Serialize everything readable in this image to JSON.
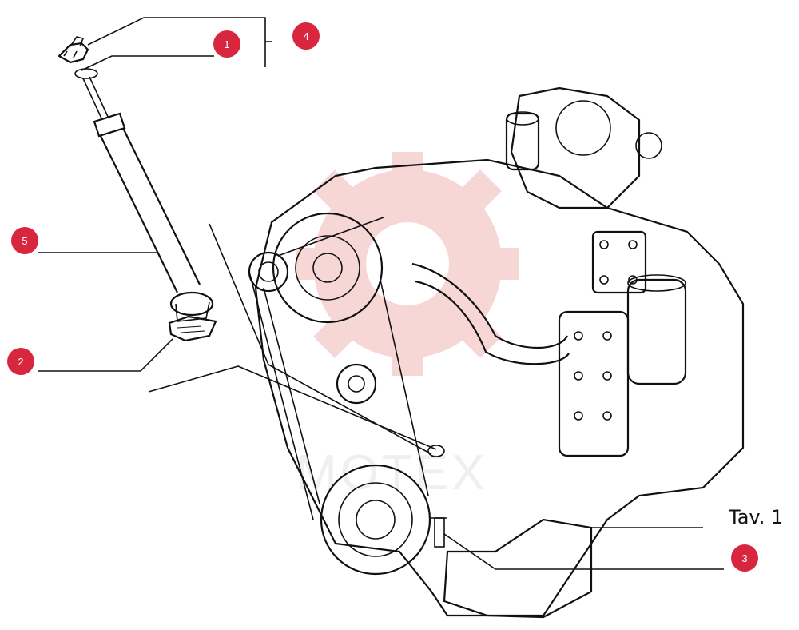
{
  "diagram": {
    "sheet_label": "Tav. 1",
    "watermark": "MOTEX",
    "callouts": [
      {
        "number": "1"
      },
      {
        "number": "4"
      },
      {
        "number": "5"
      },
      {
        "number": "2"
      },
      {
        "number": "3"
      }
    ]
  },
  "colors": {
    "callout": "#d7263d",
    "watermark": "#f2b6b6",
    "line": "#111111"
  }
}
